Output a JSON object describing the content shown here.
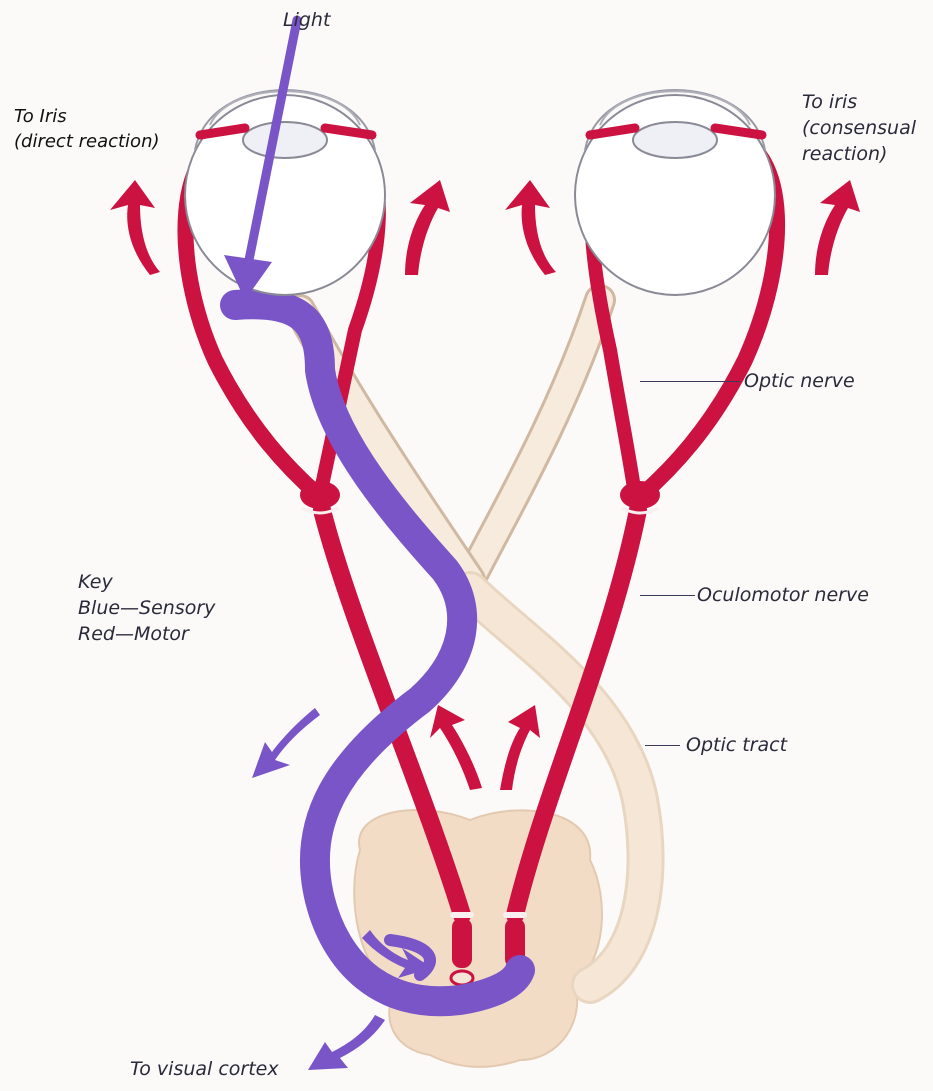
{
  "labels": {
    "light": "Light",
    "iris_direct_1": "To Iris",
    "iris_direct_2": "(direct reaction)",
    "iris_consensual_1": "To iris",
    "iris_consensual_2": "(consensual",
    "iris_consensual_3": "reaction)",
    "optic_nerve": "Optic nerve",
    "oculomotor_nerve": "Oculomotor nerve",
    "optic_tract": "Optic tract",
    "visual_cortex": "To visual cortex"
  },
  "key": {
    "title": "Key",
    "blue": "Blue—Sensory",
    "red": "Red—Motor"
  },
  "colors": {
    "sensory": "#7a55c8",
    "motor": "#cc1240",
    "optic_pathway": "#f5e6d6",
    "midbrain": "#f3dcc6",
    "outline": "#555566"
  }
}
